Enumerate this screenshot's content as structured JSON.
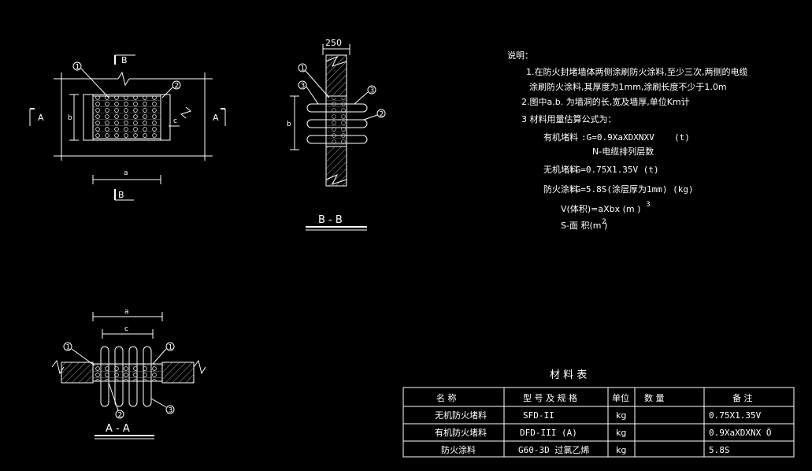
{
  "plan": {
    "cut_b": "B",
    "cut_a": "A",
    "dim_a": "a",
    "dim_b": "b",
    "dim_c": "c",
    "callout_1": "1",
    "callout_2": "2",
    "callout_3": "3"
  },
  "section_bb": {
    "dim_250": "250",
    "dim_b": "b",
    "title": "B - B"
  },
  "section_aa": {
    "title": "A - A"
  },
  "notes": {
    "heading": "说明：",
    "line1": "1.在防火封堵墙体两侧涂刷防火涂料,至少三次,两侧的电缆",
    "line1b": "涂刷防火涂料,其厚度为1mm,涂刷长度不少于1.0m",
    "line2": "2.图中a.b. 为墙洞的长,宽及墙厚,单位Km计",
    "line3": "3 材料用量估算公式为：",
    "f_organic_label": "有机堵料",
    "f_organic": ":G=0.9XaXDXNXV",
    "f_organic_unit": "(t)",
    "f_organic_n": "N-电缆排列层数",
    "f_inorganic_label": "无机堵料",
    "f_inorganic": ":G=0.75X1.35V (t)",
    "f_coating_label": "防火涂料",
    "f_coating": ":G=5.8S(涂层厚为1mm) (kg)",
    "f_v": "V(体积)=aXbx (m )",
    "f_v_sup": "3",
    "f_s": "S-面 积(m )",
    "f_s_sup": "2"
  },
  "table": {
    "title": "材 料 表",
    "headers": [
      "名    称",
      "型 号 及 规 格",
      "单位",
      "数   量",
      "备   注"
    ],
    "rows": [
      [
        "无机防火堵料",
        "SFD-II",
        "kg",
        "",
        "0.75X1.35V"
      ],
      [
        "有机防火堵料",
        "DFD-III    (A)",
        "kg",
        "",
        "0.9XaXDXNX    Ö"
      ],
      [
        "防火涂料",
        "G60-3D  过氯乙烯",
        "kg",
        "",
        "5.8S"
      ]
    ]
  }
}
